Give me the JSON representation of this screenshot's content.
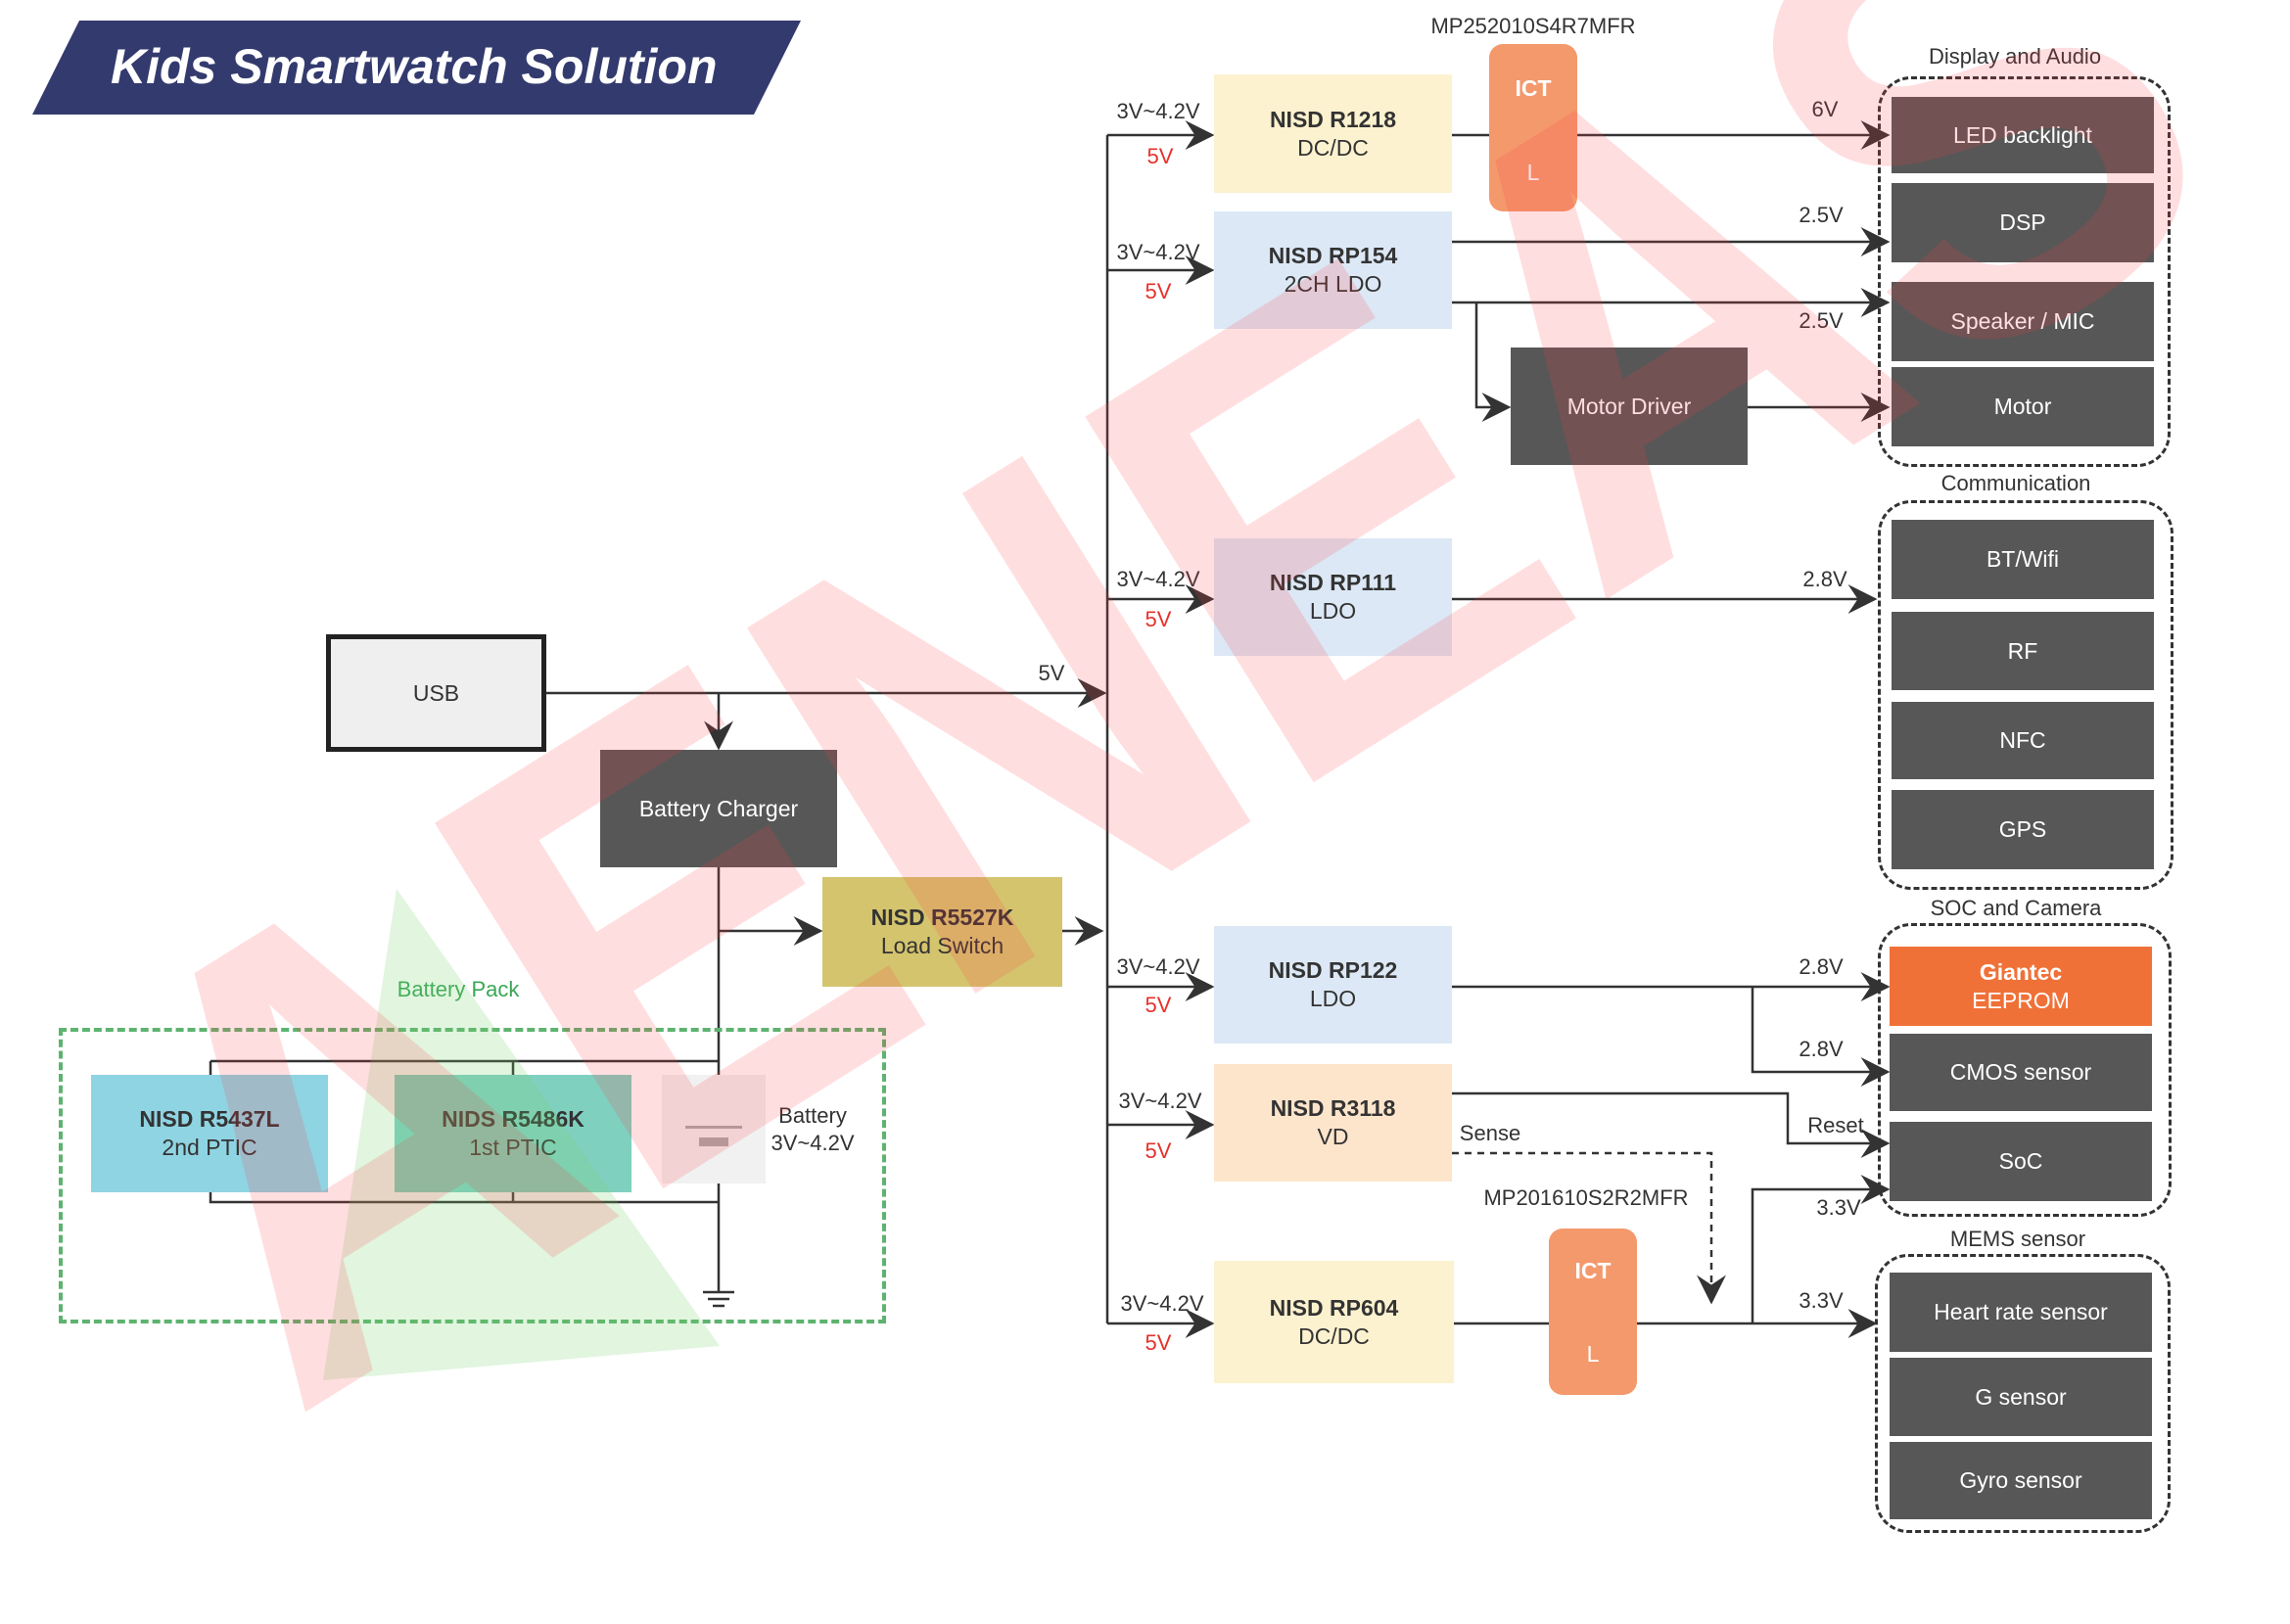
{
  "title": "Kids Smartwatch Solution",
  "watermark": "AENEAS",
  "colors": {
    "banner": "#333a6e",
    "orange": "#f07138",
    "ict": "#f4996c",
    "dark": "#575757",
    "bus_label_red": "#e8302a",
    "battery_pack": "#3aa655"
  },
  "usb": {
    "label": "USB"
  },
  "bus_label": "5V",
  "charger": {
    "label": "Battery Charger"
  },
  "load_switch": {
    "name": "NISD R5527K",
    "desc": "Load Switch"
  },
  "battery_pack": {
    "label": "Battery Pack",
    "ptic2": {
      "name": "NISD R5437L",
      "desc": "2nd PTIC"
    },
    "ptic1": {
      "name": "NIDS R5486K",
      "desc": "1st PTIC"
    },
    "battery": {
      "label": "Battery",
      "voltage": "3V~4.2V"
    }
  },
  "regulators": [
    {
      "name": "NISD R1218",
      "desc": "DC/DC",
      "vin": "3V~4.2V",
      "vbus": "5V"
    },
    {
      "name": "NISD RP154",
      "desc": "2CH LDO",
      "vin": "3V~4.2V",
      "vbus": "5V"
    },
    {
      "name": "NISD RP111",
      "desc": "LDO",
      "vin": "3V~4.2V",
      "vbus": "5V"
    },
    {
      "name": "NISD RP122",
      "desc": "LDO",
      "vin": "3V~4.2V",
      "vbus": "5V"
    },
    {
      "name": "NISD R3118",
      "desc": "VD",
      "vin": "3V~4.2V",
      "vbus": "5V"
    },
    {
      "name": "NISD RP604",
      "desc": "DC/DC",
      "vin": "3V~4.2V",
      "vbus": "5V"
    }
  ],
  "inductors": [
    {
      "part": "MP252010S4R7MFR",
      "brand": "ICT",
      "sym": "L"
    },
    {
      "part": "MP201610S2R2MFR",
      "brand": "ICT",
      "sym": "L"
    }
  ],
  "motor_driver": {
    "label": "Motor Driver"
  },
  "rails": {
    "v6": "6V",
    "v25a": "2.5V",
    "v25b": "2.5V",
    "v28a": "2.8V",
    "v28b": "2.8V",
    "v28c": "2.8V",
    "reset": "Reset",
    "sense": "Sense",
    "v33a": "3.3V",
    "v33b": "3.3V"
  },
  "groups": [
    {
      "title": "Display and Audio",
      "items": [
        "LED backlight",
        "DSP",
        "Speaker / MIC",
        "Motor"
      ]
    },
    {
      "title": "Communication",
      "items": [
        "BT/Wifi",
        "RF",
        "NFC",
        "GPS"
      ]
    },
    {
      "title": "SOC and Camera",
      "items": [
        "Giantec\nEEPROM",
        "CMOS sensor",
        "SoC"
      ]
    },
    {
      "title": "MEMS sensor",
      "items": [
        "Heart rate sensor",
        "G sensor",
        "Gyro sensor"
      ]
    }
  ],
  "soc_eeprom": {
    "brand": "Giantec",
    "part": "EEPROM"
  }
}
